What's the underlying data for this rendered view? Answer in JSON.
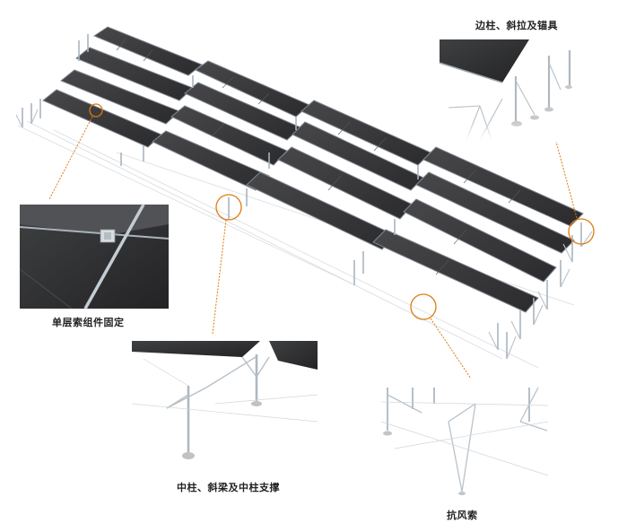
{
  "labels": {
    "edge_post": "边柱、斜拉及锚具",
    "single_cable": "单层索组件固定",
    "middle_post": "中柱、斜梁及中柱支撑",
    "wind_cable": "抗风索"
  },
  "colors": {
    "panel": "#3a3a3c",
    "panel_dark": "#2c2c2e",
    "frame": "#a9b4bf",
    "cable": "#c8cdd2",
    "callout": "#e07a10",
    "label": "#222222"
  },
  "icons": {
    "callout_marker": "orange-circle-icon"
  }
}
